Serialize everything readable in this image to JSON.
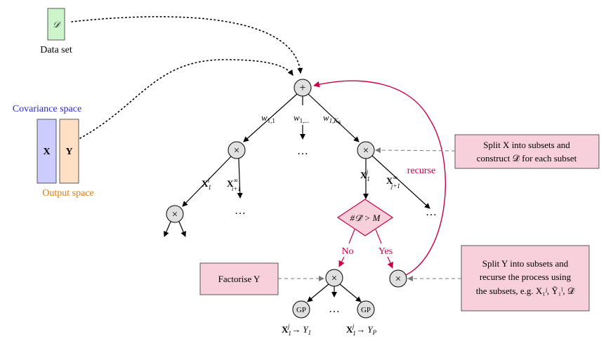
{
  "labels": {
    "dataset_symbol": "𝒟",
    "dataset_caption": "Data set",
    "covariance_caption": "Covariance space",
    "output_caption": "Output space",
    "x_block": "X",
    "y_block": "Y",
    "root_op": "+",
    "times_op": "×",
    "weights": {
      "w11_base": "w",
      "w11_sub": "1,1",
      "w1dots_base": "w",
      "w1dots_sub": "1,...",
      "w1k_base": "w",
      "w1k_sub": "1,K",
      "w1k_subsub": "S"
    },
    "ellipsis": "…",
    "left_branch": {
      "x1i_sub": "1",
      "x1i_sup": "i",
      "xinf_sup": "∞",
      "xinf_sub": "i+1"
    },
    "right_branch": {
      "x1j_sub": "1",
      "x1j_sup": "j",
      "xinf_sup": "∞",
      "xinf_sub": "j+1"
    },
    "decision": "#𝒟̃ > M",
    "no": "No",
    "yes": "Yes",
    "recurse": "recurse",
    "gp": "GP",
    "leaf_left": {
      "x": "X",
      "sub": "1",
      "sup": "j",
      "arrow": "→",
      "y": "Y",
      "ysub": "1"
    },
    "leaf_right": {
      "x": "X",
      "sub": "1",
      "sup": "j",
      "arrow": "→",
      "y": "Y",
      "ysub": "P"
    }
  },
  "boxes": {
    "split_x": {
      "line1": "Split X into subsets and",
      "line2": "construct 𝒟̃ for each subset"
    },
    "factorise": "Factorise Y",
    "split_y": {
      "line1": "Split Y into subsets and",
      "line2": "recurse the process using",
      "line3": "the subsets, e.g. X₁ʲ, Ỹ₁ˡ, 𝒟̃"
    }
  },
  "colors": {
    "dataset_fill": "#ccf5cc",
    "x_fill": "#ccccff",
    "y_fill": "#ffe0c4",
    "pink_fill": "#f8d0dc",
    "crimson": "#cc0044",
    "blue_text": "#2a2acc",
    "orange_text": "#e07a10",
    "node_fill": "#e0e0e0"
  }
}
